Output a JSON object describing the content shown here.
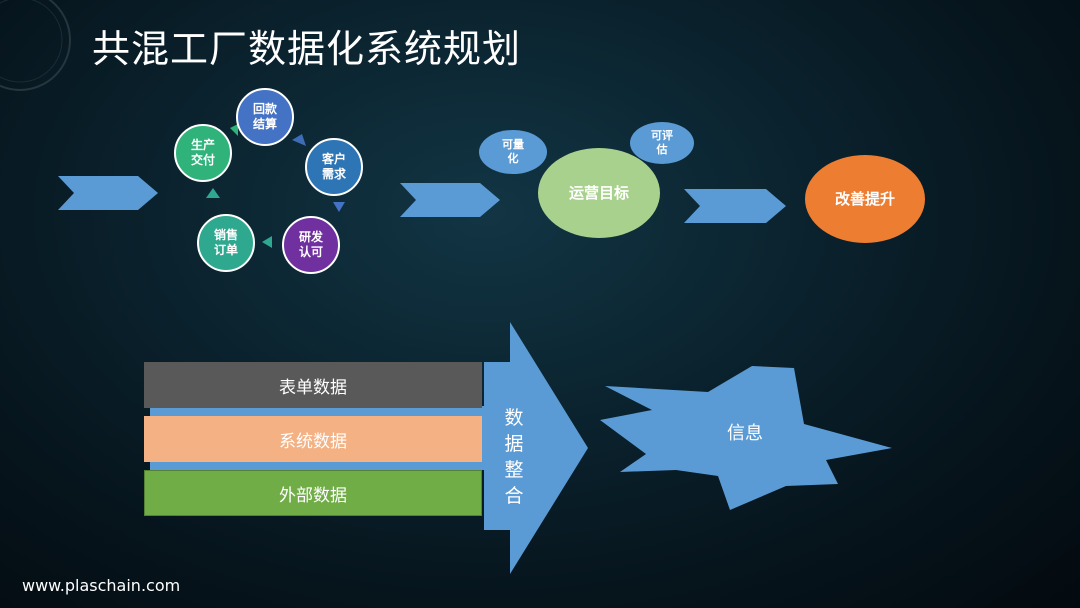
{
  "title": "共混工厂数据化系统规划",
  "cycle": {
    "payment": "回款\n结算",
    "customer": "客户\n需求",
    "rd": "研发\n认可",
    "sales": "销售\n订单",
    "production": "生产\n交付"
  },
  "goals": {
    "quantifiable": "可量\n化",
    "evaluable": "可评\n估",
    "operating_target": "运营目标",
    "improvement": "改善提升"
  },
  "data_sources": {
    "form_data": "表单数据",
    "system_data": "系统数据",
    "external_data": "外部数据"
  },
  "integration_label": "数\n据\n整\n合",
  "information_label": "信息",
  "footer": "www.plaschain.com",
  "colors": {
    "arrow_blue": "#5b9bd5",
    "payment": "#4472c4",
    "customer": "#2e75b6",
    "rd": "#7030a0",
    "sales": "#2ea88f",
    "production": "#2fb37a",
    "operating_target": "#a9d18e",
    "improvement": "#ed7d31",
    "form_data": "#595959",
    "system_data": "#f4b183",
    "external_data": "#70ad47"
  }
}
